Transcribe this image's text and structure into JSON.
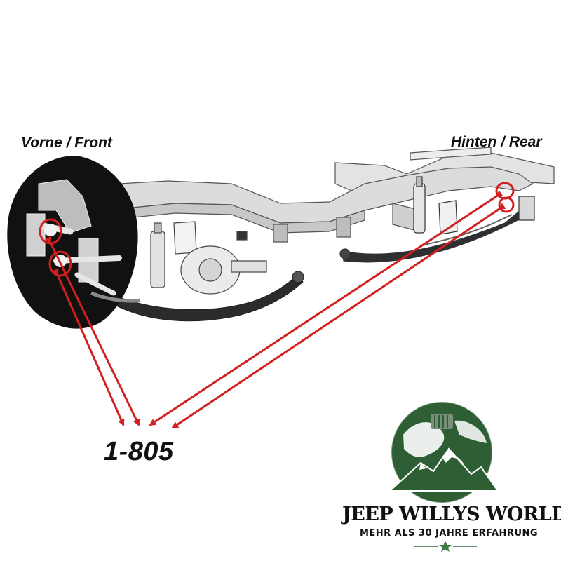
{
  "labels": {
    "front": "Vorne / Front",
    "rear": "Hinten / Rear",
    "part_number": "1-805"
  },
  "logo": {
    "brand_name": "JEEP WILLYS WORLD",
    "tagline": "MEHR ALS 30 JAHRE ERFAHRUNG",
    "icons": [
      "globe-icon",
      "mountain-icon",
      "jeep-grille-icon",
      "star-icon"
    ]
  },
  "colors": {
    "callout_red": "#d21f1f",
    "logo_green": "#2e5e34",
    "frame_gray": "#d9d9d9",
    "front_circle": "#111111"
  }
}
